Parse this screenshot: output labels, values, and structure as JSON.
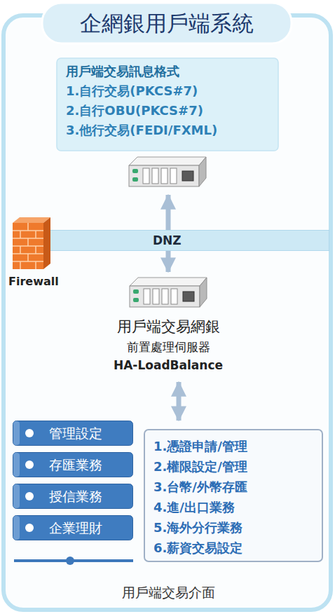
{
  "diagram": {
    "title": "企網銀用戶端系統",
    "nodes": [
      {
        "text": [
          "用戶端交易訊息格式",
          "1.自行交易(PKCS#7)",
          "2.自行OBU(PKCS#7)",
          "3.他行交易(FEDI/FXML)"
        ]
      },
      {
        "text": [
          "Firewall"
        ]
      },
      {
        "text": [
          "DNZ"
        ]
      },
      {
        "text": [
          "用戶端交易網銀",
          "前置處理伺服器",
          "HA-LoadBalance"
        ]
      },
      {
        "text": [
          "管理設定"
        ]
      },
      {
        "text": [
          "存匯業務"
        ]
      },
      {
        "text": [
          "授信業務"
        ]
      },
      {
        "text": [
          "企業理財"
        ]
      },
      {
        "text": [
          "1.憑證申請/管理",
          "2.權限設定/管理",
          "3.台幣/外幣存匯",
          "4.進/出口業務",
          "5.海外分行業務",
          "6.薪資交易設定"
        ]
      }
    ],
    "edges": [
      {
        "from": 0,
        "to": 3,
        "arrow": "both"
      },
      {
        "from": 3,
        "to": 8,
        "arrow": "both"
      }
    ],
    "labels": [
      "用戶端交易介面"
    ]
  }
}
